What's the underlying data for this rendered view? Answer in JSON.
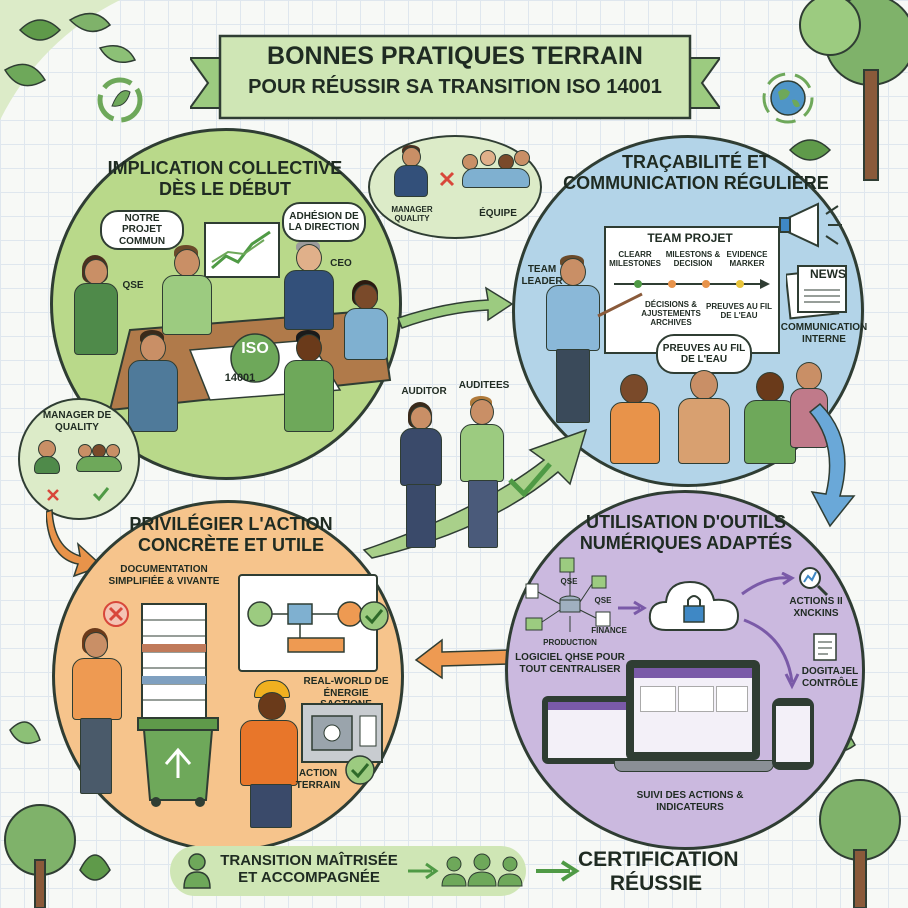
{
  "header": {
    "title_line1": "BONNES PRATIQUES TERRAIN",
    "title_line2": "POUR RÉUSSIR SA TRANSITION ISO 14001"
  },
  "colors": {
    "green": "#b9d98a",
    "blue": "#b3d4e8",
    "orange": "#f6c48c",
    "purple": "#cbb9df",
    "arrow_green": "#7fb26a",
    "arrow_orange": "#e8934a",
    "arrow_purple": "#7a5aa8",
    "arrow_blue": "#3f88c5"
  },
  "implication": {
    "title_line1": "IMPLICATION COLLECTIVE",
    "title_line2": "DÈS LE DÉBUT",
    "bubble_projet": "NOTRE PROJET COMMUN",
    "bubble_adhesion": "ADHÉSION DE LA DIRECTION",
    "label_qse": "QSE",
    "label_ceo": "CEO",
    "iso_line1": "ISO",
    "iso_line2": "14001"
  },
  "manager_bubble": {
    "manager_label": "MANAGER QUALITY",
    "equipe_label": "ÉQUIPE"
  },
  "manager_side": {
    "label": "MANAGER de QUALITY"
  },
  "tracabilite": {
    "title_line1": "TRAÇABILITÉ ET",
    "title_line2": "COMMUNICATION RÉGULIÈRE",
    "team_leader": "TEAM LEADER",
    "board_title": "TEAM PROJET",
    "board_items": [
      "CLEARR MILESTONES",
      "MILESTONS & DECISION",
      "EVIDENCE MARKER"
    ],
    "board_items_bottom": [
      "DÉCISIONS & AJUSTEMENTS ARCHIVES",
      "PREUVES AU FIL DE L'EAU"
    ],
    "bubble_preuves": "PREUVES AU FIL DE L'EAU",
    "news": "NEWS",
    "comm_interne": "COMMUNICATION INTERNE"
  },
  "audit": {
    "auditor": "AUDITOR",
    "auditees": "AUDITEES"
  },
  "action": {
    "title_line1": "PRIVILÉGIER L'ACTION",
    "title_line2": "CONCRÈTE ET UTILE",
    "doc_label": "DOCUMENTATION SIMPLIFIÉE & VIVANTE",
    "real_world": "REAL-WORLD DE ÉNERGIE SACTIONE",
    "action_terrain": "ACTION TERRAIN"
  },
  "outils": {
    "title_line1": "UTILISATION D'OUTILS",
    "title_line2": "NUMÉRIQUES ADAPTÉS",
    "nodes": [
      "QSE",
      "QSE",
      "PRODUCTION",
      "FINANCE"
    ],
    "actions": "ACTIONS ıı XNCKINS",
    "digital": "DOGITAJEL CONTRÔLE",
    "logiciel": "LOGICIEL QHSE POUR TOUT CENTRALISER",
    "suivi": "SUIVI DES ACTIONS & INDICATEURS"
  },
  "footer": {
    "transition": "TRANSITION MAÎTRISÉE ET ACCOMPAGNÉE",
    "certification_line1": "CERTIFICATION",
    "certification_line2": "RÉUSSIE"
  }
}
